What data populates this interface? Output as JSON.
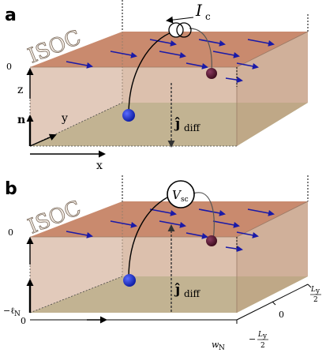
{
  "panels": [
    {
      "label": "a",
      "source_symbol": "I",
      "source_sub": "c",
      "current_label": "ĵ",
      "current_sub": "diff",
      "layer_label": "ISOC",
      "axis_z": "z",
      "axis_n": "n",
      "axis_y": "y",
      "axis_x": "x",
      "z_tick": "0"
    },
    {
      "label": "b",
      "source_symbol": "V",
      "source_sub": "sc",
      "current_label": "ĵ",
      "current_sub": "diff",
      "layer_label": "ISOC",
      "z_tick_top": "0",
      "z_tick_bottom_sym": "−ℓ",
      "z_tick_bottom_sub": "N",
      "corner_tick": "0",
      "wn_sym": "w",
      "wn_sub": "N",
      "y_tick_pos_num": "L",
      "y_tick_pos_sub": "y",
      "y_tick_pos_den": "2",
      "y_tick_zero": "0",
      "y_tick_neg_sign": "−",
      "y_tick_neg_num": "L",
      "y_tick_neg_sub": "y",
      "y_tick_neg_den": "2"
    }
  ],
  "colors": {
    "top_face": "#c98a6e",
    "side_face": "#d6b49e",
    "bottom_face": "#8fae6e",
    "arrow": "#1a1aa8",
    "electrode_left": "#1a2fd6",
    "electrode_right": "#5a1030"
  }
}
